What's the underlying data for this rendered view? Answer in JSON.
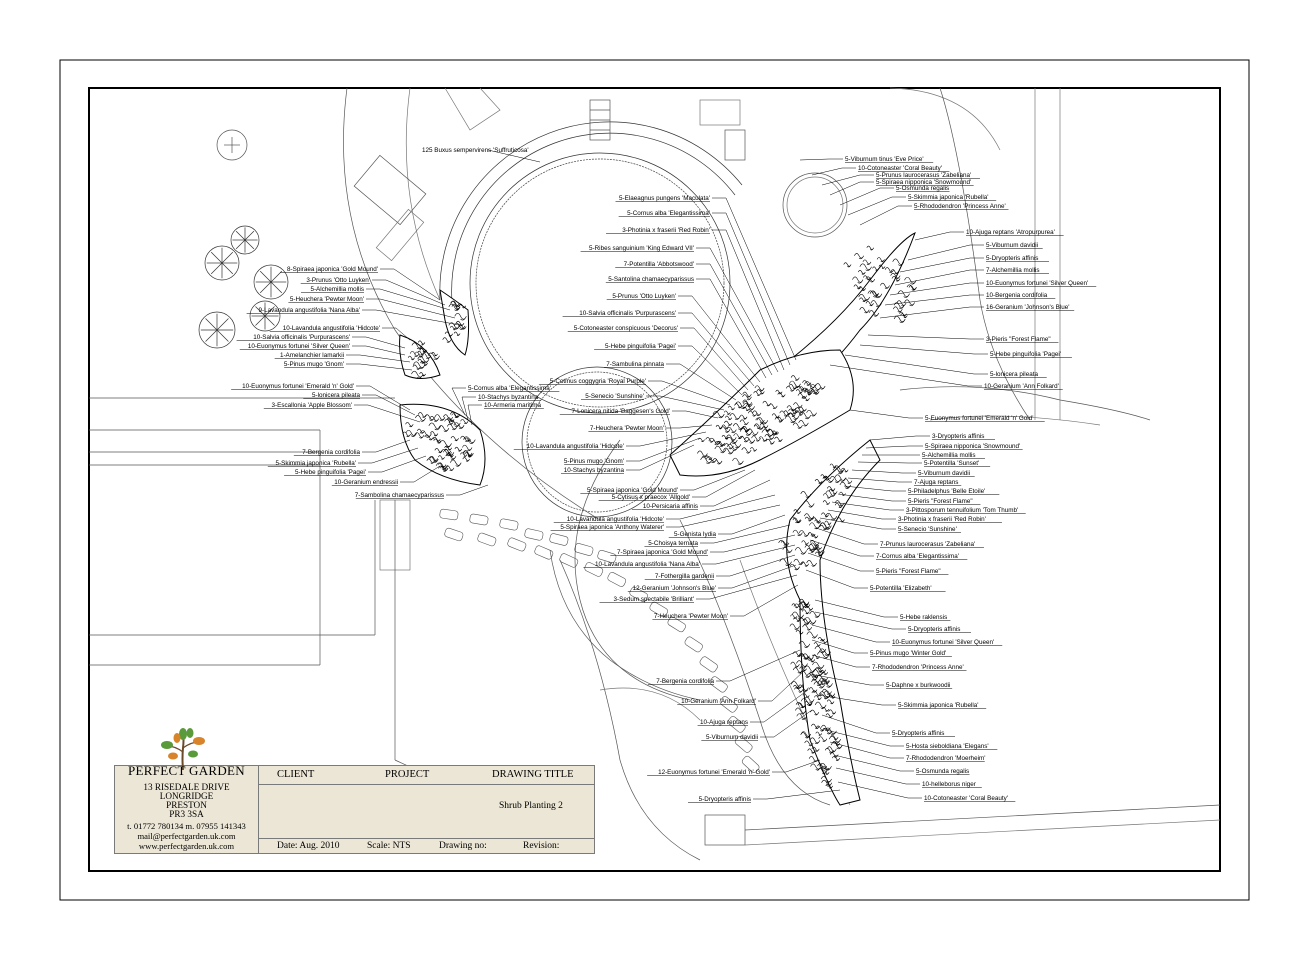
{
  "drawing": {
    "top_label": "125 Buxus sempervirens 'Suffruticosa'",
    "plant_labels": [
      {
        "text": "5-Viburnum tinus 'Eve Price'"
      },
      {
        "text": "10-Cotoneaster 'Coral Beauty'"
      },
      {
        "text": "5-Prunus laurocerasus 'Zabeliana'"
      },
      {
        "text": "5-Spiraea nipponica 'Snowmound'"
      },
      {
        "text": "5-Osmunda regalis"
      },
      {
        "text": "5-Skimmia japonica 'Rubella'"
      },
      {
        "text": "5-Rhododendron 'Princess Anne'"
      },
      {
        "text": "10-Ajuga reptans 'Atropurpurea'"
      },
      {
        "text": "5-Viburnum davidii"
      },
      {
        "text": "5-Dryopteris affinis"
      },
      {
        "text": "7-Alchemillia mollis"
      },
      {
        "text": "10-Euonymus fortunei 'Silver Queen'"
      },
      {
        "text": "10-Bergenia cordifolia"
      },
      {
        "text": "16-Geranium 'Johnson's Blue'"
      },
      {
        "text": "3-Pieris \"Forest Flame\""
      },
      {
        "text": "5-Hebe pinguifolia 'Pagei'"
      },
      {
        "text": "5-lonicera pileata"
      },
      {
        "text": "10-Geranium 'Ann Folkard'"
      },
      {
        "text": "5-Euonymus fortunei 'Emerald 'n' Gold'"
      },
      {
        "text": "3-Dryopteris affinis"
      },
      {
        "text": "5-Spiraea nipponica 'Snowmound'"
      },
      {
        "text": "5-Alchemillia mollis"
      },
      {
        "text": "5-Potentilla 'Sunset'"
      },
      {
        "text": "5-Viburnum davidii"
      },
      {
        "text": "7-Ajuga reptans"
      },
      {
        "text": "5-Philadelphus 'Belle Etoile'"
      },
      {
        "text": "5-Pieris \"Forest Flame\""
      },
      {
        "text": "3-Pittosporum tennuifolium 'Tom Thumb'"
      },
      {
        "text": "3-Photinia x fraserii 'Red Robin'"
      },
      {
        "text": "5-Senecio 'Sunshine'"
      },
      {
        "text": "7-Prunus laurocerasus 'Zabeliana'"
      },
      {
        "text": "7-Cornus alba 'Elegantissima'"
      },
      {
        "text": "5-Pieris \"Forest Flame\""
      },
      {
        "text": "5-Potentilla 'Elizabeth'"
      },
      {
        "text": "5-Hebe raklensis"
      },
      {
        "text": "5-Dryopteris affinis"
      },
      {
        "text": "10-Euonymus fortunei 'Silver Queen'"
      },
      {
        "text": "5-Pinus mugo 'Winter Gold'"
      },
      {
        "text": "7-Rhododendron 'Princess Anne'"
      },
      {
        "text": "5-Daphne x burkwoodii"
      },
      {
        "text": "5-Skimmia japonica 'Rubella'"
      },
      {
        "text": "5-Dryopteris affinis"
      },
      {
        "text": "5-Hosta sieboldiana 'Elegans'"
      },
      {
        "text": "7-Rhododendron 'Moerheim'"
      },
      {
        "text": "5-Osmunda regalis"
      },
      {
        "text": "10-helleborus niger"
      },
      {
        "text": "10-Cotoneaster 'Coral Beauty'"
      },
      {
        "text": "5-Elaeagnus pungens 'Maculata'"
      },
      {
        "text": "5-Cornus alba 'Elegantissima'"
      },
      {
        "text": "3-Photinia x fraserii 'Red Robin'"
      },
      {
        "text": "5-Ribes sanguinium 'King Edward VII'"
      },
      {
        "text": "7-Potentilla 'Abbotswood'"
      },
      {
        "text": "5-Santolina chamaecyparissus"
      },
      {
        "text": "5-Prunus 'Otto Luyken'"
      },
      {
        "text": "10-Salvia officinalis 'Purpurascens'"
      },
      {
        "text": "5-Cotoneaster conspicuous 'Decorus'"
      },
      {
        "text": "5-Hebe pinguifolia 'Pagei'"
      },
      {
        "text": "7-Sambulina pinnata"
      },
      {
        "text": "5-Cotinus coggygria 'Royal Purple'"
      },
      {
        "text": "5-Senecio 'Sunshine'"
      },
      {
        "text": "7-Lonicera nitida 'Baggesen's Gold'"
      },
      {
        "text": "7-Heuchera 'Pewter Moon'"
      },
      {
        "text": "10-Lavandula angustifolia 'Hidcote'"
      },
      {
        "text": "5-Pinus mugo 'Gnom'"
      },
      {
        "text": "10-Stachys byzantina"
      },
      {
        "text": "5-Spiraea japonica 'Gold Mound'"
      },
      {
        "text": "5-Cytisus x praecox 'Allgold'"
      },
      {
        "text": "10-Persicaria affinis"
      },
      {
        "text": "10-Lavandula angustifolia 'Hidcote'"
      },
      {
        "text": "5-Spiraea japonica 'Anthony Waterer'"
      },
      {
        "text": "5-Genista lydia"
      },
      {
        "text": "5-Choisya ternata"
      },
      {
        "text": "7-Spiraea japonica 'Gold Mound'"
      },
      {
        "text": "10-Lavandula angustifolia 'Nana Alba'"
      },
      {
        "text": "7-Fothergilla gardenii"
      },
      {
        "text": "12-Geranium 'Johnson's Blue'"
      },
      {
        "text": "3-Sedum spectabile 'Brilliant'"
      },
      {
        "text": "7-Heuchera 'Pewter Moon'"
      },
      {
        "text": "7-Bergenia cordifolia"
      },
      {
        "text": "10-Geranium 'Ann Folkard'"
      },
      {
        "text": "10-Ajuga reptans"
      },
      {
        "text": "5-Viburnum davidii"
      },
      {
        "text": "12-Euonymus fortunei 'Emerald 'n' Gold'"
      },
      {
        "text": "5-Dryopteris affinis"
      },
      {
        "text": "8-Spiraea japonica 'Gold Mound'"
      },
      {
        "text": "3-Prunus 'Otto Luyken'"
      },
      {
        "text": "5-Alchemillia mollis"
      },
      {
        "text": "5-Heuchera 'Pewter Moon'"
      },
      {
        "text": "9-Lavandula angustifolia 'Nana Alba'"
      },
      {
        "text": "10-Lavandula angustifolia 'Hidcote'"
      },
      {
        "text": "10-Salvia officinalis 'Purpurascens'"
      },
      {
        "text": "10-Euonymus fortunei 'Silver Queen'"
      },
      {
        "text": "1-Amelanchier lamarkii"
      },
      {
        "text": "5-Pinus mugo 'Gnom'"
      },
      {
        "text": "10-Euonymus fortunei 'Emerald 'n' Gold'"
      },
      {
        "text": "5-lonicera pileata"
      },
      {
        "text": "3-Escallonia 'Apple Blossom'"
      },
      {
        "text": "5-Cornus alba 'Elegantissima'"
      },
      {
        "text": "10-Stachys byzantina"
      },
      {
        "text": "10-Armeria maritima"
      },
      {
        "text": "7-Bergenia cordifolia"
      },
      {
        "text": "5-Skimmia japonica 'Rubella'"
      },
      {
        "text": "5-Hebe pinguifolia 'Pagei'"
      },
      {
        "text": "10-Geranium endressii"
      },
      {
        "text": "7-Sambolina chamaecyparissus"
      }
    ]
  },
  "title_block": {
    "company": "Perfect Garden",
    "address_lines": [
      "13 RISEDALE DRIVE",
      "LONGRIDGE",
      "PRESTON",
      "PR3 3SA"
    ],
    "phone": "t. 01772 780134  m. 07955 141343",
    "email": "mail@perfectgarden.uk.com",
    "website": "www.perfectgarden.uk.com",
    "client_label": "CLIENT",
    "project_label": "PROJECT",
    "drawing_title_label": "DRAWING TITLE",
    "drawing_title": "Shrub Planting 2",
    "date": "Date:  Aug. 2010",
    "scale": "Scale: NTS",
    "drawing_no": "Drawing no:",
    "revision": "Revision:"
  },
  "colors": {
    "title_block_bg": "#ece6d6",
    "logo_leaf_green": "#5a9a3a",
    "logo_leaf_orange": "#d8842a",
    "logo_trunk": "#6b4a2a"
  }
}
